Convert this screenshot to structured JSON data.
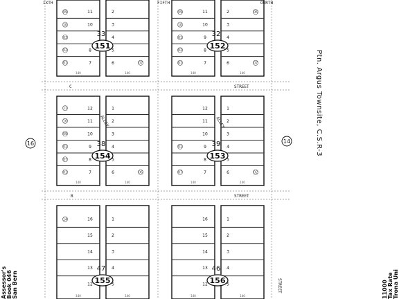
{
  "title": "Ptn. Argus Townsite, C.S.R-3",
  "assessor_lines": [
    "Assessor's",
    "Book 046",
    "San Bern"
  ],
  "rate_lines": [
    "Trona Uni",
    "Tax Rate",
    "11000"
  ],
  "edge_numbers": {
    "left": "16",
    "right": "14"
  },
  "streets": {
    "c_street_left": "C",
    "c_street_right": "STREET",
    "b_street_left": "B",
    "b_street_right": "STREET",
    "bottom_right": "STREET",
    "top_left": "IXTH",
    "top_center": "FIFTH",
    "top_right": "OURTH",
    "alley": "ALLEY"
  },
  "blocks": [
    {
      "id": "b33",
      "block_number": "33",
      "book_page": "151",
      "lots_left": [
        "11",
        "10",
        "",
        "8",
        "7"
      ],
      "lots_right": [
        "2",
        "3",
        "4",
        "5",
        "6"
      ],
      "parcels_left": [
        "09",
        "10",
        "03",
        "02",
        "01"
      ],
      "parcels_right": [
        "",
        "",
        "",
        "",
        "07"
      ]
    },
    {
      "id": "b32",
      "block_number": "32",
      "book_page": "152",
      "lots_left": [
        "11",
        "10",
        "9",
        "8",
        "7"
      ],
      "lots_right": [
        "2",
        "3",
        "4",
        "5",
        "6"
      ],
      "parcels_left": [
        "09",
        "10",
        "01",
        "02",
        "01"
      ],
      "parcels_right": [
        "06",
        "",
        "",
        "",
        "07"
      ]
    },
    {
      "id": "b38",
      "block_number": "38",
      "book_page": "154",
      "lots_left": [
        "12",
        "11",
        "10",
        "9",
        "8",
        "7"
      ],
      "lots_right": [
        "1",
        "2",
        "3",
        "4",
        "5",
        "6"
      ],
      "parcels_left": [
        "11",
        "10",
        "09",
        "01",
        "07",
        "01"
      ],
      "parcels_right": [
        "",
        "",
        "",
        "",
        "",
        "06"
      ]
    },
    {
      "id": "b39",
      "block_number": "39",
      "book_page": "153",
      "lots_left": [
        "12",
        "11",
        "10",
        "9",
        "8",
        "7"
      ],
      "lots_right": [
        "1",
        "2",
        "3",
        "4",
        "5",
        "6"
      ],
      "parcels_left": [
        "",
        "",
        "",
        "01",
        "",
        "07"
      ],
      "parcels_right": [
        "",
        "",
        "",
        "",
        "",
        "02"
      ]
    },
    {
      "id": "b47",
      "block_number": "47",
      "book_page": "155",
      "lots_left": [
        "16",
        "15",
        "14",
        "13",
        "12"
      ],
      "lots_right": [
        "1",
        "2",
        "3",
        "4",
        "5"
      ],
      "parcels_left": [
        "14",
        "",
        "",
        "",
        ""
      ],
      "parcels_right": [
        "",
        "",
        "",
        "",
        ""
      ]
    },
    {
      "id": "b46",
      "block_number": "46",
      "book_page": "156",
      "lots_left": [
        "16",
        "15",
        "14",
        "13",
        "12"
      ],
      "lots_right": [
        "1",
        "2",
        "3",
        "4",
        "5"
      ],
      "parcels_left": [
        "",
        "",
        "",
        "",
        ""
      ],
      "parcels_right": [
        "",
        "",
        "",
        "",
        ""
      ]
    }
  ],
  "measure_label": "140"
}
